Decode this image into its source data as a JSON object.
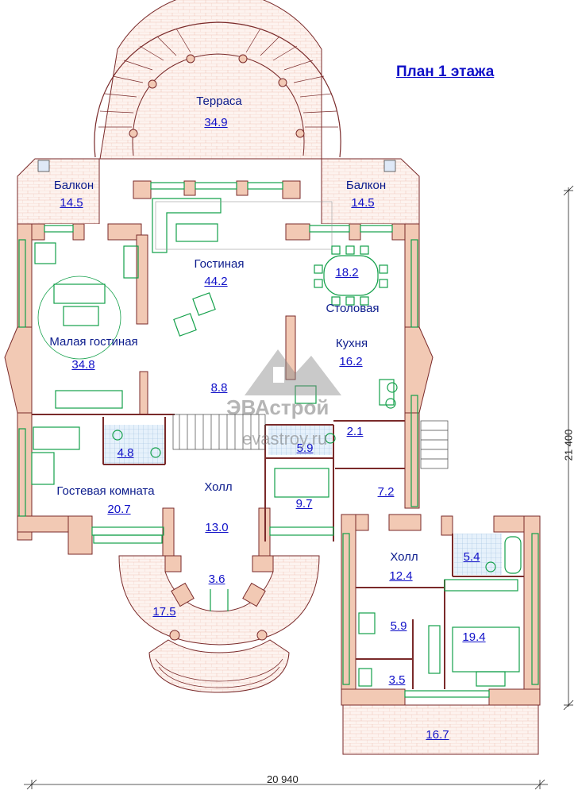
{
  "title": "План 1 этажа",
  "colors": {
    "wall": "#f2c9b4",
    "wall_stroke": "#7a2a2a",
    "green": "#13a04a",
    "label": "#0b1b8c",
    "area": "#1010c8"
  },
  "rooms": [
    {
      "id": "terrace",
      "name": "Терраса",
      "area": "34.9"
    },
    {
      "id": "balcony-left",
      "name": "Балкон",
      "area": "14.5"
    },
    {
      "id": "balcony-right",
      "name": "Балкон",
      "area": "14.5"
    },
    {
      "id": "living",
      "name": "Гостиная",
      "area": "44.2"
    },
    {
      "id": "dining",
      "name": "Столовая",
      "area": "18.2"
    },
    {
      "id": "small-living",
      "name": "Малая гостиная",
      "area": "34.8"
    },
    {
      "id": "kitchen",
      "name": "Кухня",
      "area": "16.2"
    },
    {
      "id": "corridor",
      "name": "",
      "area": "8.8"
    },
    {
      "id": "bath-small",
      "name": "",
      "area": "2.1"
    },
    {
      "id": "wc-guest",
      "name": "",
      "area": "4.8"
    },
    {
      "id": "bath-mid",
      "name": "",
      "area": "5.9"
    },
    {
      "id": "guest-room",
      "name": "Гостевая комната",
      "area": "20.7"
    },
    {
      "id": "hall",
      "name": "Холл",
      "area": "13.0"
    },
    {
      "id": "store-97",
      "name": "",
      "area": "9.7"
    },
    {
      "id": "vestibule",
      "name": "",
      "area": "7.2"
    },
    {
      "id": "hall2",
      "name": "Холл",
      "area": "12.4"
    },
    {
      "id": "bath-right",
      "name": "",
      "area": "5.4"
    },
    {
      "id": "porch-inner",
      "name": "",
      "area": "3.6"
    },
    {
      "id": "porch",
      "name": "",
      "area": "17.5"
    },
    {
      "id": "closet-59",
      "name": "",
      "area": "5.9"
    },
    {
      "id": "bedroom",
      "name": "",
      "area": "19.4"
    },
    {
      "id": "closet-35",
      "name": "",
      "area": "3.5"
    },
    {
      "id": "terrace-lower",
      "name": "",
      "area": "16.7"
    }
  ],
  "dimensions": {
    "width": "20 940",
    "height": "21 400"
  },
  "watermark": {
    "brand": "ЭВАстрой",
    "site": "evastroy.ru"
  }
}
